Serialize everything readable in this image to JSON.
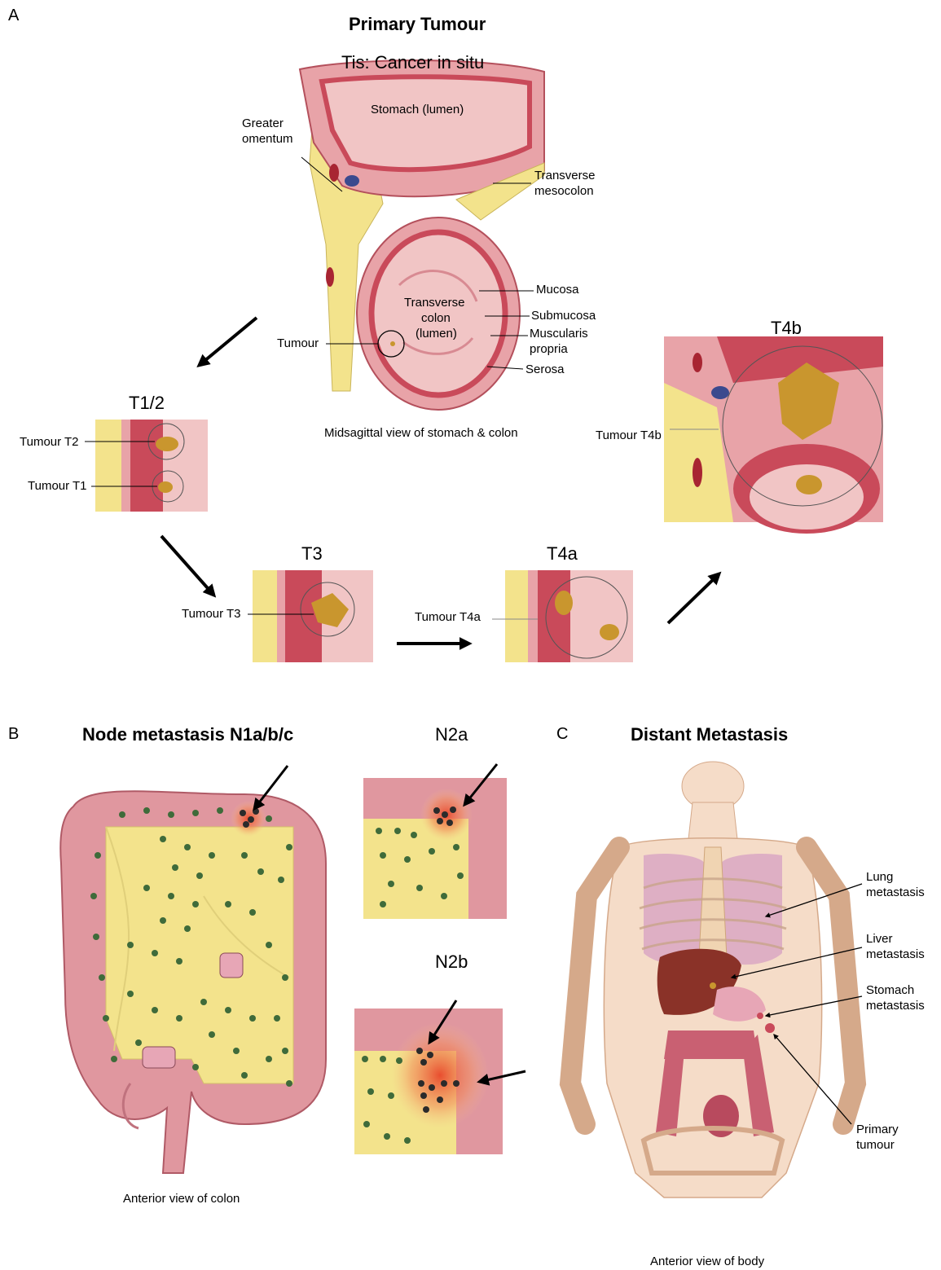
{
  "panels": {
    "a": {
      "letter": "A",
      "title": "Primary Tumour",
      "subtitle": "Tis: Cancer in situ",
      "main_labels": {
        "stomach_lumen": "Stomach (lumen)",
        "greater_omentum_1": "Greater",
        "greater_omentum_2": "omentum",
        "transverse_mesocolon_1": "Transverse",
        "transverse_mesocolon_2": "mesocolon",
        "transverse_colon_1": "Transverse",
        "transverse_colon_2": "colon",
        "transverse_colon_3": "(lumen)",
        "mucosa": "Mucosa",
        "submucosa": "Submucosa",
        "muscularis_1": "Muscularis",
        "muscularis_2": "propria",
        "serosa": "Serosa",
        "tumour": "Tumour"
      },
      "caption": "Midsagittal view of stomach & colon",
      "stages": {
        "t12": {
          "title": "T1/2",
          "label_t2": "Tumour T2",
          "label_t1": "Tumour T1"
        },
        "t3": {
          "title": "T3",
          "label": "Tumour T3"
        },
        "t4a": {
          "title": "T4a",
          "label": "Tumour T4a"
        },
        "t4b": {
          "title": "T4b",
          "label": "Tumour T4b"
        }
      }
    },
    "b": {
      "letter": "B",
      "title": "Node metastasis N1a/b/c",
      "n2a": "N2a",
      "n2b": "N2b",
      "caption": "Anterior view of colon"
    },
    "c": {
      "letter": "C",
      "title": "Distant Metastasis",
      "labels": {
        "lung_1": "Lung",
        "lung_2": "metastasis",
        "liver_1": "Liver",
        "liver_2": "metastasis",
        "stomach_1": "Stomach",
        "stomach_2": "metastasis",
        "primary_1": "Primary",
        "primary_2": "tumour"
      },
      "caption": "Anterior view of body"
    }
  },
  "colors": {
    "tissue_pink": "#e8a3a8",
    "tissue_red": "#c94a5a",
    "fat_yellow": "#f3e38c",
    "tumour_gold": "#c9962e",
    "node_green": "#3f6b3a",
    "hot_red": "#e8462a"
  }
}
